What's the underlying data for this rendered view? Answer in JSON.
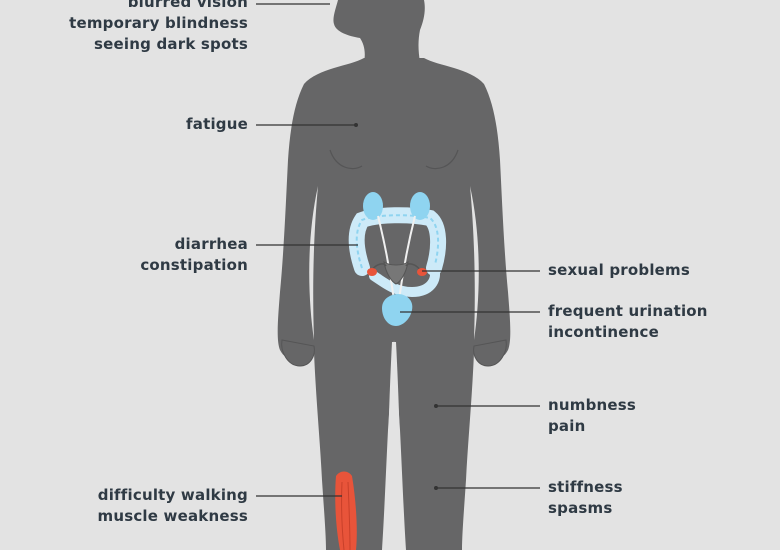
{
  "colors": {
    "background": "#e3e3e3",
    "body": "#666667",
    "organ_blue": "#8fd4f0",
    "organ_blue_light": "#cdeaf8",
    "highlight_red": "#e8543a",
    "text": "#2f3a44",
    "leader_line": "#333333"
  },
  "labels": {
    "vision": {
      "lines": [
        "blurred vision",
        "temporary blindness",
        "seeing dark spots"
      ]
    },
    "fatigue": {
      "lines": [
        "fatigue"
      ]
    },
    "bowel": {
      "lines": [
        "diarrhea",
        "constipation"
      ]
    },
    "walking": {
      "lines": [
        "difficulty walking",
        "muscle weakness"
      ]
    },
    "sexual": {
      "lines": [
        "sexual problems"
      ]
    },
    "bladder": {
      "lines": [
        "frequent urination",
        "incontinence"
      ]
    },
    "numbness": {
      "lines": [
        "numbness",
        "pain"
      ]
    },
    "stiffness": {
      "lines": [
        "stiffness",
        "spasms"
      ]
    }
  }
}
